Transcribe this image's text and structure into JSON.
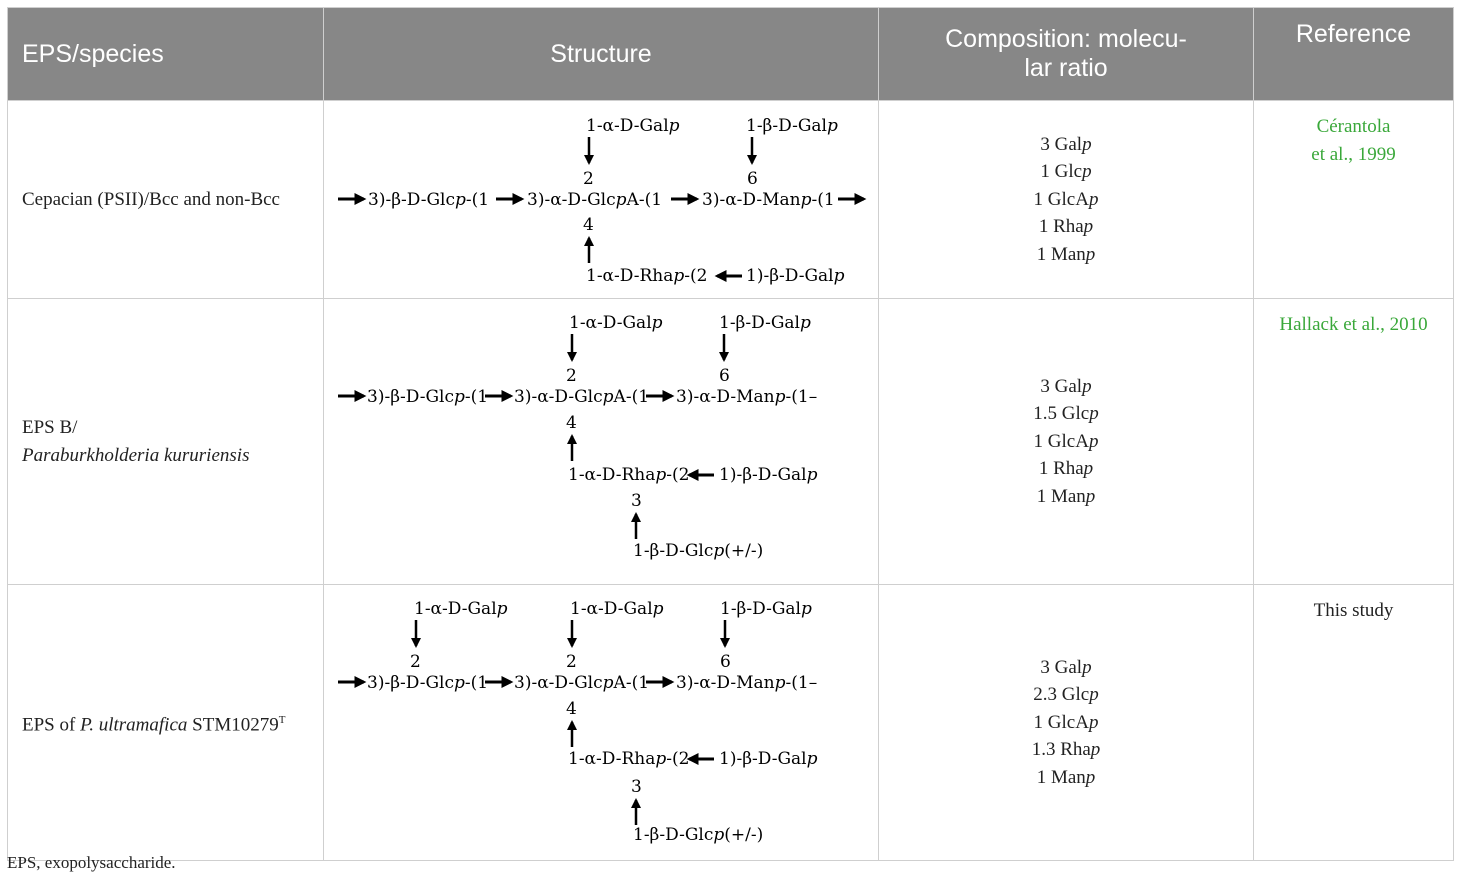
{
  "headers": {
    "species": "EPS/species",
    "structure": "Structure",
    "composition": "Composition: molecu-lar ratio",
    "composition_line1": "Composition: molecu-",
    "composition_line2": "lar ratio",
    "reference": "Reference"
  },
  "rows": [
    {
      "species": "Cepacian (PSII)/Bcc and non-Bcc",
      "composition": [
        {
          "num": "3",
          "sugar": "Gal",
          "suffix": "p"
        },
        {
          "num": "1",
          "sugar": "Glc",
          "suffix": "p"
        },
        {
          "num": "1",
          "sugar": "GlcA",
          "suffix": "p"
        },
        {
          "num": "1",
          "sugar": "Rha",
          "suffix": "p"
        },
        {
          "num": "1",
          "sugar": "Man",
          "suffix": "p"
        }
      ],
      "reference_line1": "Cérantola",
      "reference_line2": "et al., 1999",
      "structure": {
        "top1": "1-α-D-Gal",
        "top2": "1-β-D-Gal",
        "pos_top1": "2",
        "pos_top2": "6",
        "main_a": "3)-β-D-Glc",
        "main_b": "-(1",
        "main_c": "3)-α-D-Glc",
        "main_c2": "A-(1",
        "main_d": "3)-α-D-Man",
        "main_e": "-(1",
        "pos_bottom": "4",
        "rha": "1-α-D-Rha",
        "rha2": "-(2",
        "gal": "1)-β-D-Gal"
      }
    },
    {
      "species_line1": "EPS B/",
      "species_line2": "Paraburkholderia kururiensis",
      "composition": [
        {
          "num": "3",
          "sugar": "Gal",
          "suffix": "p"
        },
        {
          "num": "1.5",
          "sugar": "Glc",
          "suffix": "p"
        },
        {
          "num": "1",
          "sugar": "GlcA",
          "suffix": "p"
        },
        {
          "num": "1",
          "sugar": "Rha",
          "suffix": "p"
        },
        {
          "num": "1",
          "sugar": "Man",
          "suffix": "p"
        }
      ],
      "reference": "Hallack et al., 2010",
      "structure": {
        "top1": "1-α-D-Gal",
        "top2": "1-β-D-Gal",
        "pos_top1": "2",
        "pos_top2": "6",
        "main_a": "3)-β-D-Glc",
        "main_b": "-(1",
        "main_c": "3)-α-D-Glc",
        "main_c2": "A-(1",
        "main_d": "3)-α-D-Man",
        "main_e": "-(1–",
        "pos_bottom": "4",
        "rha": "1-α-D-Rha",
        "rha2": "-(2",
        "gal": "1)-β-D-Gal",
        "pos_3": "3",
        "glc": "1-β-D-Glc",
        "glc2": "(+/-)"
      }
    },
    {
      "species_pre": "EPS of ",
      "species_italic": "P. ultramafica",
      "species_post": " STM10279",
      "species_sup": "T",
      "composition": [
        {
          "num": "3",
          "sugar": "Gal",
          "suffix": "p"
        },
        {
          "num": "2.3",
          "sugar": "Glc",
          "suffix": "p"
        },
        {
          "num": "1",
          "sugar": "GlcA",
          "suffix": "p"
        },
        {
          "num": "1.3",
          "sugar": "Rha",
          "suffix": "p"
        },
        {
          "num": "1",
          "sugar": "Man",
          "suffix": "p"
        }
      ],
      "reference": "This study",
      "structure": {
        "top0": "1-α-D-Gal",
        "top1": "1-α-D-Gal",
        "top2": "1-β-D-Gal",
        "pos_top0": "2",
        "pos_top1": "2",
        "pos_top2": "6",
        "main_a": "3)-β-D-Glc",
        "main_b": "-(1",
        "main_c": "3)-α-D-Glc",
        "main_c2": "A-(1",
        "main_d": "3)-α-D-Man",
        "main_e": "-(1–",
        "pos_bottom": "4",
        "rha": "1-α-D-Rha",
        "rha2": "-(2",
        "gal": "1)-β-D-Gal",
        "pos_3": "3",
        "glc": "1-β-D-Glc",
        "glc2": "(+/-)"
      }
    }
  ],
  "p": "p",
  "footnote": "EPS, exopolysaccharide."
}
